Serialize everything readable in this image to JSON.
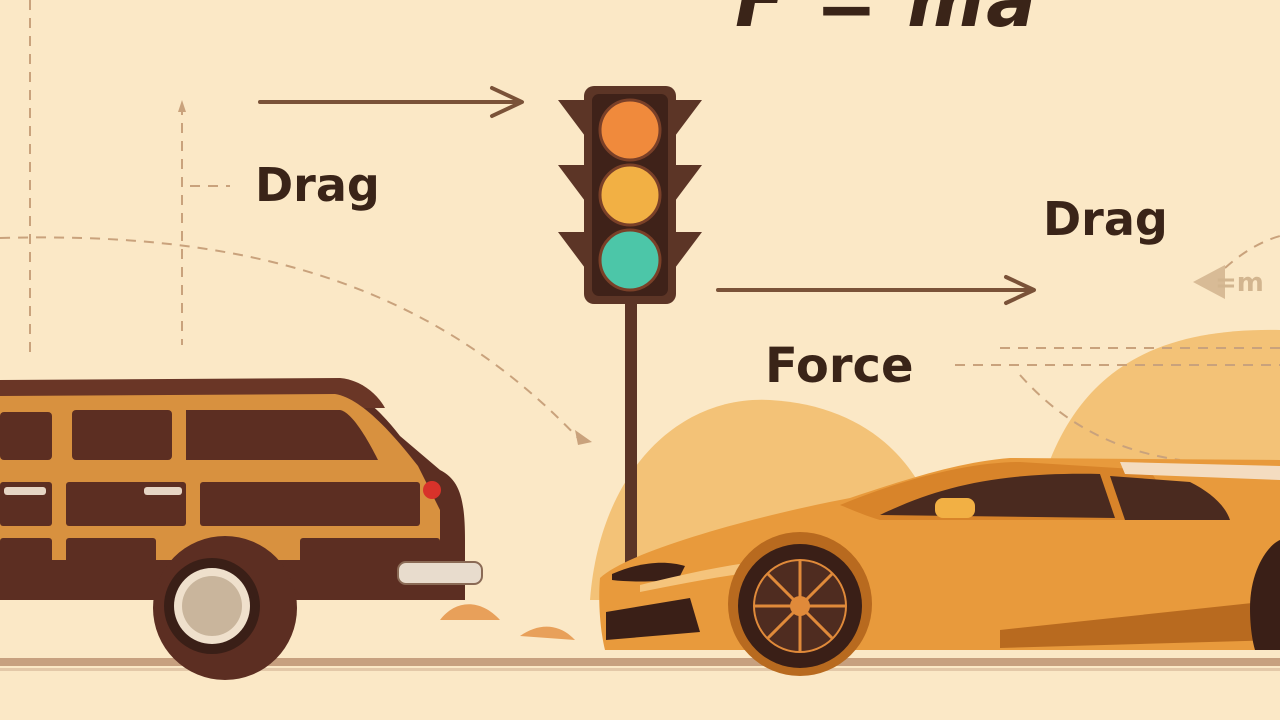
{
  "formula": "F = ma",
  "labels": {
    "drag_left": "Drag",
    "drag_right": "Drag",
    "force": "Force",
    "formula_small": "=m"
  },
  "colors": {
    "background": "#fbe8c6",
    "ink": "#3a2418",
    "hill": "#f3c277",
    "wagon_wood": "#d8913f",
    "wagon_panel": "#5c2e22",
    "sports_car": "#e89a3c",
    "light_red": "#f08a3c",
    "light_amber": "#f2b044",
    "light_green": "#4cc6a8"
  }
}
